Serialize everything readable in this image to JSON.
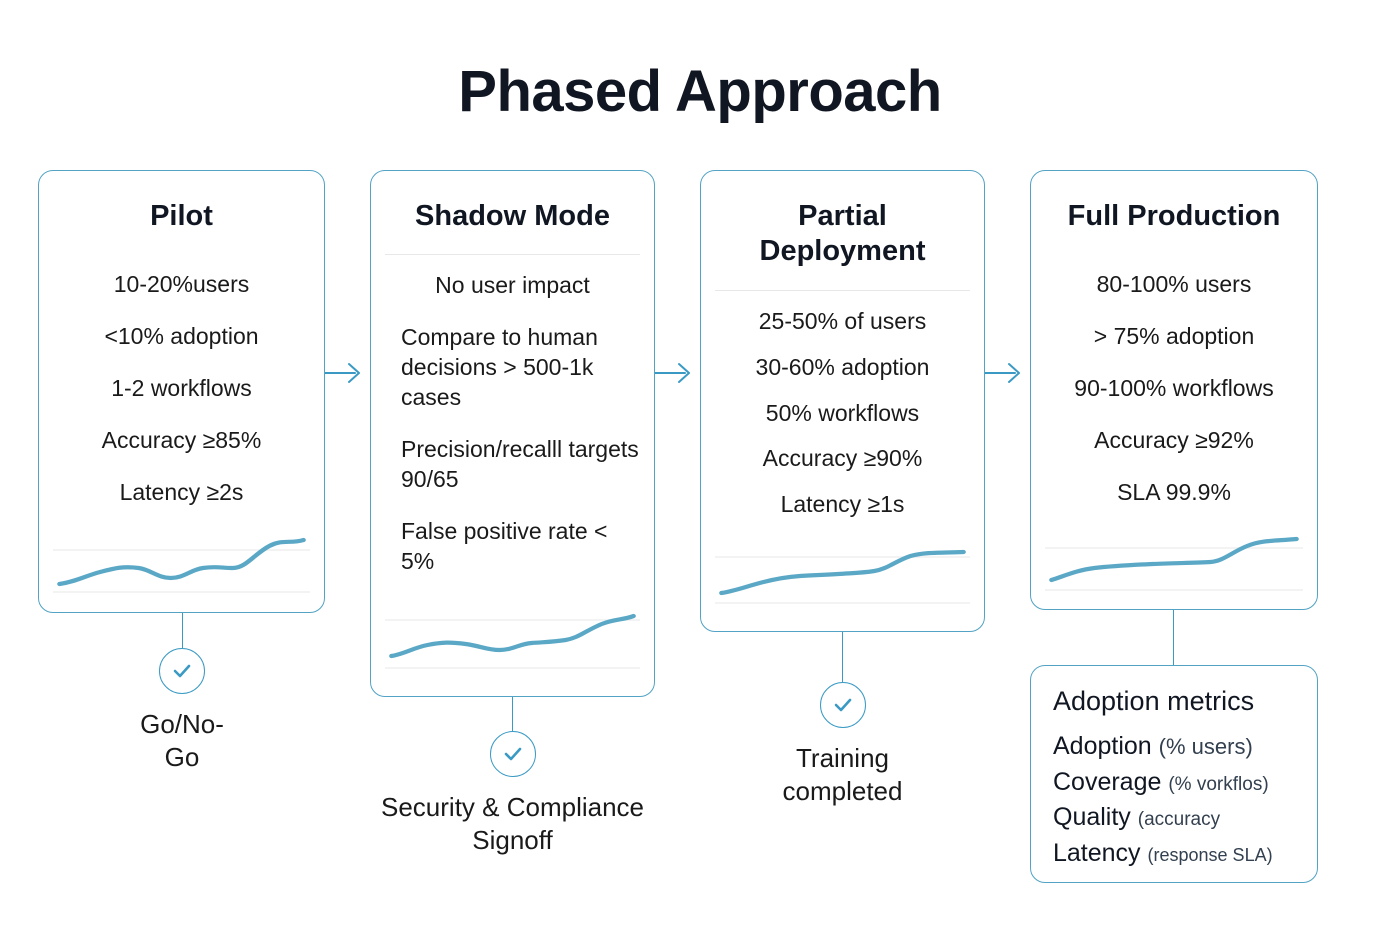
{
  "page": {
    "title": "Phased Approach",
    "accent_color": "#52a3c4",
    "spark_color": "#5aa8c6",
    "text_color": "#111722",
    "background": "#ffffff"
  },
  "phases": [
    {
      "id": "pilot",
      "title": "Pilot",
      "lines": [
        "10-20%users",
        "<10% adoption",
        "1-2 workflows",
        "Accuracy ≥85%",
        "Latency ≥2s"
      ],
      "gate": {
        "caption": "Go/No-Go",
        "icon": "check-icon"
      }
    },
    {
      "id": "shadow-mode",
      "title": "Shadow Mode",
      "lines": [
        "No user impact",
        "Compare to human decisions  > 500-1k cases",
        "Precision/recalll targets 90/65",
        "False positive rate < 5%"
      ],
      "gate": {
        "caption": "Security & Compliance\nSignoff",
        "icon": "check-icon"
      }
    },
    {
      "id": "partial-deployment",
      "title": "Partial Deployment",
      "lines": [
        "25-50% of users",
        "30-60% adoption",
        "50% workflows",
        "Accuracy ≥90%",
        "Latency ≥1s"
      ],
      "gate": {
        "caption": "Training\ncompleted",
        "icon": "check-icon"
      }
    },
    {
      "id": "full-production",
      "title": "Full Production",
      "lines": [
        "80-100% users",
        "> 75% adoption",
        "90-100% workflows",
        "Accuracy ≥92%",
        "SLA 99.9%"
      ],
      "gate": null
    }
  ],
  "metrics_panel": {
    "heading": "Adoption metrics",
    "rows": [
      {
        "label": "Adoption",
        "note": "(% users)"
      },
      {
        "label": "Coverage",
        "note": "(% vorkflos)"
      },
      {
        "label": "Quality",
        "note": "(accuracy"
      },
      {
        "label": "Latency",
        "note": "(response SLA)"
      }
    ]
  },
  "chart_data": [
    {
      "type": "line",
      "title": "Pilot trend sparkline",
      "x": [
        0,
        1,
        2,
        3,
        4,
        5,
        6,
        7,
        8,
        9,
        10
      ],
      "values": [
        12,
        18,
        26,
        30,
        22,
        20,
        30,
        32,
        30,
        52,
        58
      ],
      "ylim": [
        0,
        70
      ],
      "grid": true,
      "legend": "none"
    },
    {
      "type": "line",
      "title": "Shadow Mode trend sparkline",
      "x": [
        0,
        1,
        2,
        3,
        4,
        5,
        6,
        7,
        8,
        9,
        10
      ],
      "values": [
        14,
        24,
        30,
        31,
        24,
        24,
        30,
        32,
        36,
        46,
        58
      ],
      "ylim": [
        0,
        70
      ],
      "grid": true,
      "legend": "none"
    },
    {
      "type": "line",
      "title": "Partial Deployment trend sparkline",
      "x": [
        0,
        1,
        2,
        3,
        4,
        5,
        6,
        7,
        8,
        9,
        10
      ],
      "values": [
        14,
        20,
        26,
        32,
        33,
        34,
        36,
        42,
        54,
        57,
        58
      ],
      "ylim": [
        0,
        70
      ],
      "grid": true,
      "legend": "none"
    },
    {
      "type": "line",
      "title": "Full Production trend sparkline",
      "x": [
        0,
        1,
        2,
        3,
        4,
        5,
        6,
        7,
        8,
        9,
        10
      ],
      "values": [
        20,
        28,
        32,
        33,
        34,
        35,
        36,
        44,
        54,
        57,
        59
      ],
      "ylim": [
        0,
        70
      ],
      "grid": true,
      "legend": "none"
    }
  ]
}
